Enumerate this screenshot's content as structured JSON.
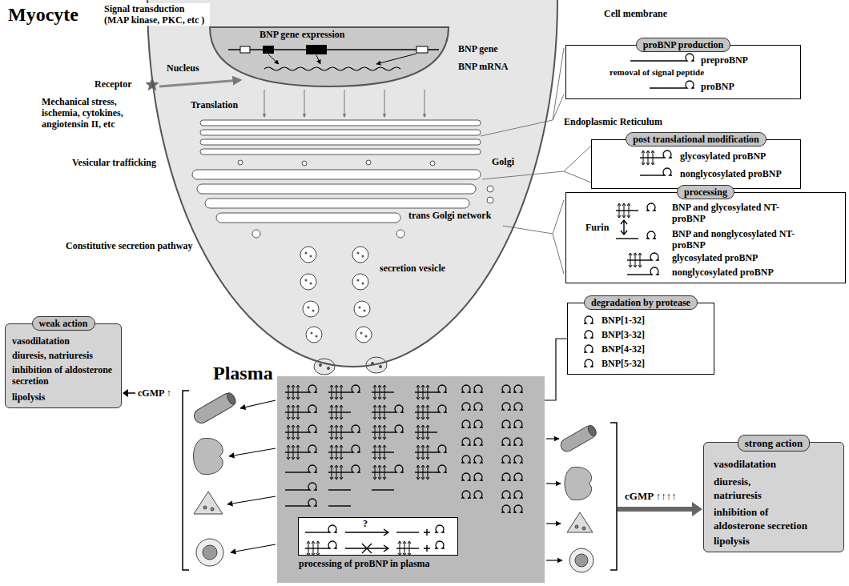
{
  "diagram": {
    "nodes": [
      {
        "text": [
          "Myocyte"
        ]
      },
      {
        "text": [
          "Nucleus",
          "BNP gene expression"
        ],
        "in": 0
      },
      {
        "text": [
          "proBNP production",
          "preproBNP",
          "removal of signal peptide",
          "proBNP"
        ]
      },
      {
        "text": [
          "post translational modification",
          "glycosylated proBNP",
          "nonglycosylated proBNP"
        ]
      },
      {
        "text": [
          "processing",
          "BNP and glycosylated NT-proBNP",
          "Furin",
          "BNP and nonglycosylated NT-proBNP",
          "glycosylated proBNP",
          "nonglycosylated proBNP"
        ]
      },
      {
        "text": [
          "Plasma"
        ]
      },
      {
        "text": [
          "?",
          "processing of proBNP in plasma"
        ],
        "in": 5
      },
      {
        "text": [
          "degradation by protease",
          "BNP[1-32]",
          "BNP[3-32]",
          "BNP[4-32]",
          "BNP[5-32]"
        ]
      },
      {
        "text": [
          "weak action",
          "vasodilatation",
          "diuresis, natriuresis",
          "inhibition of aldosterone secretion",
          "lipolysis"
        ]
      },
      {
        "text": [
          "strong action",
          "vasodilatation",
          "diuresis, natriuresis",
          "inhibition of aldosterone secretion",
          "lipolysis"
        ]
      }
    ],
    "edges": [
      {
        "from": 5,
        "to": 7,
        "arrow": "none"
      }
    ],
    "labels": [
      "Signal transduction (MAP kinase, PKC, etc )",
      "Cell membrane",
      "Receptor",
      "Mechanical stress, ischemia, cytokines, angiotensin II, etc",
      "BNP gene",
      "BNP mRNA",
      "Translation",
      "Vesicular trafficking",
      "Endoplasmic Reticulum",
      "Golgi",
      "trans Golgi network",
      "Constitutive secretion pathway",
      "secretion vesicle",
      "cGMP ↑",
      "cGMP ↑↑↑↑"
    ]
  }
}
